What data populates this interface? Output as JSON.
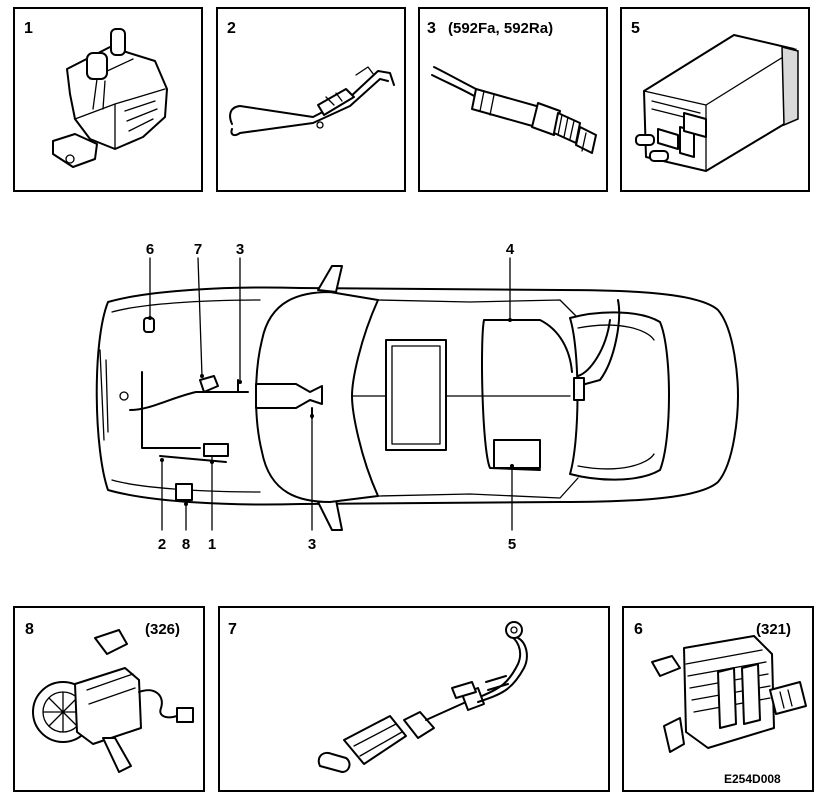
{
  "panels": {
    "p1": {
      "number": "1"
    },
    "p2": {
      "number": "2"
    },
    "p3": {
      "number": "3",
      "subtitle": "(592Fa, 592Ra)"
    },
    "p5": {
      "number": "5"
    },
    "p8": {
      "number": "8",
      "subtitle": "(326)"
    },
    "p7": {
      "number": "7"
    },
    "p6": {
      "number": "6",
      "subtitle": "(321)"
    }
  },
  "callouts": {
    "top_6": "6",
    "top_7": "7",
    "top_3": "3",
    "top_4": "4",
    "bottom_2": "2",
    "bottom_8": "8",
    "bottom_1": "1",
    "bottom_3": "3",
    "bottom_5": "5"
  },
  "figure_code": "E254D008"
}
